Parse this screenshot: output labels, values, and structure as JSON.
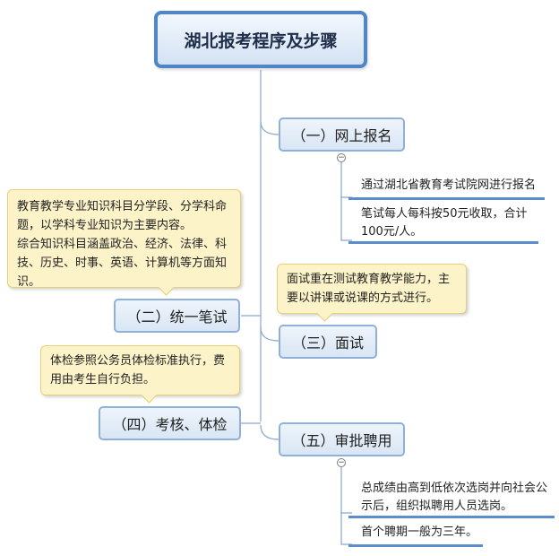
{
  "root": {
    "title": "湖北报考程序及步骤"
  },
  "nodes": {
    "n1": {
      "label": "（一）网上报名"
    },
    "n2": {
      "label": "（二）统一笔试"
    },
    "n3": {
      "label": "（三）面试"
    },
    "n4": {
      "label": "（四）考核、体检"
    },
    "n5": {
      "label": "（五）审批聘用"
    }
  },
  "details": {
    "n1": [
      "通过湖北省教育考试院网进行报名",
      [
        "笔试每人每科按50元收取，合计",
        "100元/人。"
      ]
    ],
    "n5": [
      [
        "总成绩由高到低依次选岗并向社会公",
        "示后，组织拟聘用人员选岗。"
      ],
      "首个聘期一般为三年。"
    ]
  },
  "callouts": {
    "n2": [
      "教育教学专业知识科目分学段、分学科命",
      "题，以学科专业知识为主要内容。",
      "综合知识科目涵盖政治、经济、法律、科",
      "技、历史、时事、英语、计算机等方面知",
      "识。"
    ],
    "n3": [
      "面试重在测试教育教学能力，主",
      "要以讲课或说课的方式进行。"
    ],
    "n4": [
      "体检参照公务员体检标准执行，费",
      "用由考生自行负担。"
    ]
  },
  "collapse_symbol": "−"
}
